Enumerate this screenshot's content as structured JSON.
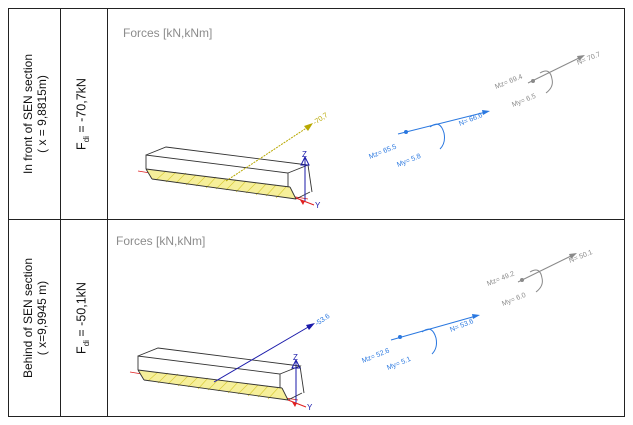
{
  "rows": [
    {
      "section_line1": "In front of SEN section",
      "section_line2": "( x = 9,8815m)",
      "force_prefix": "F",
      "force_sub": "di",
      "force_value": " = -70,7kN",
      "diagram": {
        "title": "Forces [kN,kNm]",
        "beam_force_label": "-70,7",
        "axis_z": "Z",
        "axis_y": "Y",
        "blue_mz": "Mz= 65.5",
        "blue_my": "My= 5.8",
        "blue_n": "N= 66.6",
        "gray_mz": "Mz= 69.4",
        "gray_my": "My= 6.5",
        "gray_n": "N= 70.7"
      }
    },
    {
      "section_line1": "Behind of SEN section",
      "section_line2": "( x=9,9945 m)",
      "force_prefix": "F",
      "force_sub": "di",
      "force_value": " = -50,1kN",
      "diagram": {
        "title": "Forces [kN,kNm]",
        "beam_force_label": "-53.6",
        "axis_z": "Z",
        "axis_y": "Y",
        "blue_mz": "Mz= 52.6",
        "blue_my": "My= 5.1",
        "blue_n": "N= 53.6",
        "gray_mz": "Mz= 49.2",
        "gray_my": "My= 6.0",
        "gray_n": "N= 50.1"
      }
    }
  ],
  "colors": {
    "blue_force": "#2a78e0",
    "gray_force": "#8a8a8a",
    "beam_hatch": "#d8cc3a",
    "axis_red": "#e02020",
    "axis_blue": "#1a1aaa"
  }
}
